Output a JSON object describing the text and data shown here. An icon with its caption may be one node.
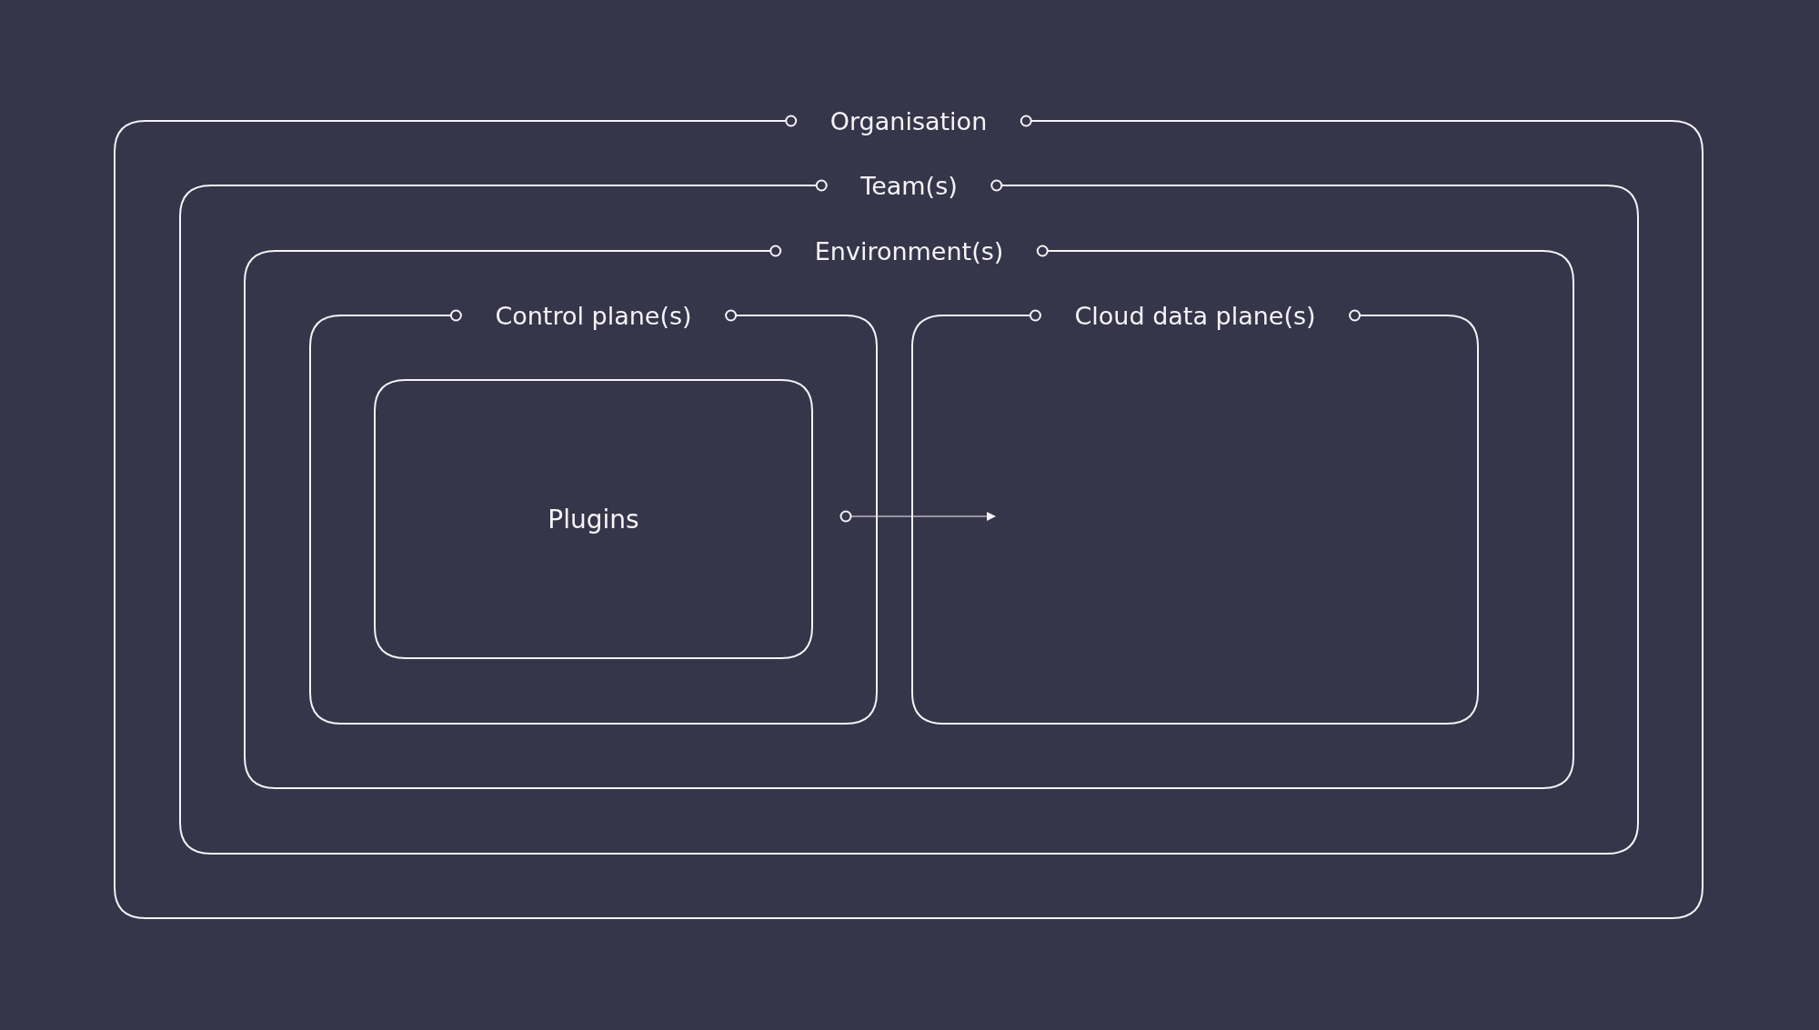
{
  "diagram": {
    "nodes": [
      {
        "text": [
          "Organisation"
        ]
      },
      {
        "text": [
          "Team(s)"
        ],
        "in": 0
      },
      {
        "text": [
          "Environment(s)"
        ],
        "in": 1
      },
      {
        "text": [
          "Control plane(s)"
        ],
        "in": 2
      },
      {
        "text": [
          "Cloud data plane(s)"
        ],
        "in": 2
      },
      {
        "text": [
          "Plugins"
        ],
        "in": 3
      }
    ],
    "edges": [
      {
        "from": 5,
        "to": 4,
        "arrow": "to"
      }
    ]
  }
}
